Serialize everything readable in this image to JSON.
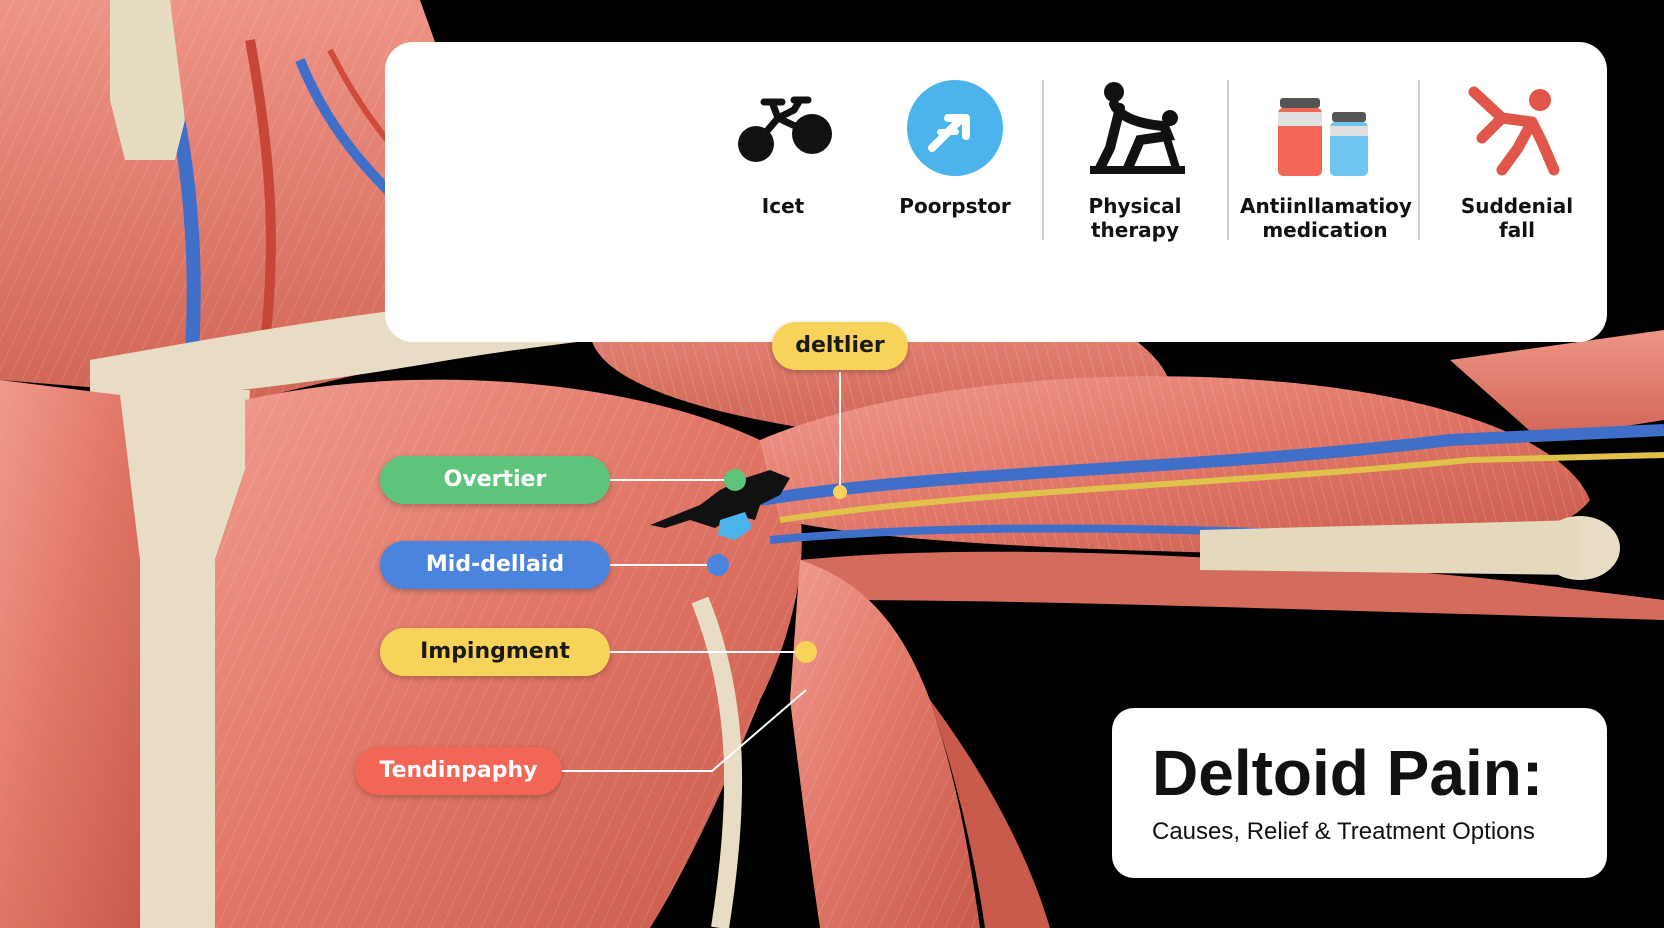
{
  "treatments": [
    {
      "label": "Icet",
      "icon": "bicycle-icon"
    },
    {
      "label": "Poorpstor",
      "icon": "posture-arrow-icon"
    },
    {
      "label": "Physical\ntherapy",
      "icon": "physical-therapy-icon"
    },
    {
      "label": "Antiinllamatioy\nmedication",
      "icon": "medication-bottles-icon"
    },
    {
      "label": "Suddenial\nfall",
      "icon": "falling-person-icon"
    }
  ],
  "labels": {
    "deltoid": "deltlier",
    "overtier": "Overtier",
    "mid_deltoid": "Mid-dellaid",
    "impingement": "Impingment",
    "tendinopathy": "Tendinpaphy"
  },
  "title": {
    "main": "Deltoid Pain:",
    "sub": "Causes, Relief & Treatment Options"
  },
  "colors": {
    "green": "#5ec47b",
    "blue": "#4a84dc",
    "yellow": "#f8d35a",
    "red": "#f26656",
    "icon_blue": "#4cb4ec",
    "muscle": "#e07a6c",
    "bone": "#e8ddc4"
  }
}
